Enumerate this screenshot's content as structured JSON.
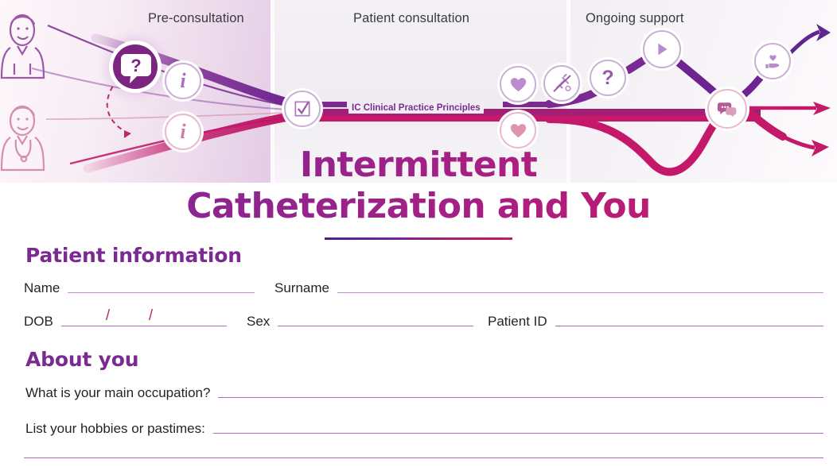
{
  "banner": {
    "stages": [
      {
        "id": "pre-consultation",
        "label": "Pre-consultation"
      },
      {
        "id": "patient-consultation",
        "label": "Patient consultation"
      },
      {
        "id": "ongoing-support",
        "label": "Ongoing support"
      }
    ],
    "pathway_label": "IC Clinical Practice Principles",
    "icons": [
      {
        "name": "patient-avatar-purple",
        "glyph": "person"
      },
      {
        "name": "clinician-avatar-pink",
        "glyph": "person"
      },
      {
        "name": "question-speech-bubble-icon",
        "glyph": "?"
      },
      {
        "name": "info-icon-purple",
        "glyph": "i"
      },
      {
        "name": "info-icon-pink",
        "glyph": "i"
      },
      {
        "name": "checklist-icon",
        "glyph": "checkbox"
      },
      {
        "name": "heart-icon-purple",
        "glyph": "heart"
      },
      {
        "name": "no-needle-icon",
        "glyph": "crossed-needle"
      },
      {
        "name": "question-icon",
        "glyph": "?"
      },
      {
        "name": "heart-icon-pink",
        "glyph": "heart"
      },
      {
        "name": "play-video-icon",
        "glyph": "play"
      },
      {
        "name": "hand-heart-support-icon",
        "glyph": "hand-heart"
      },
      {
        "name": "chat-bubbles-icon",
        "glyph": "chat"
      }
    ]
  },
  "title": {
    "line1": "Intermittent",
    "line2": "Catheterization and You"
  },
  "sections": [
    {
      "id": "patient-information",
      "heading": "Patient information",
      "fields": [
        {
          "name": "name",
          "label": "Name"
        },
        {
          "name": "surname",
          "label": "Surname"
        },
        {
          "name": "dob",
          "label": "DOB",
          "separators": [
            "/",
            "/"
          ]
        },
        {
          "name": "sex",
          "label": "Sex"
        },
        {
          "name": "patient-id",
          "label": "Patient ID"
        }
      ]
    },
    {
      "id": "about-you",
      "heading": "About you",
      "fields": [
        {
          "name": "main-occupation",
          "label": "What is your main occupation?"
        },
        {
          "name": "hobbies-pastimes",
          "label": "List your hobbies or pastimes:"
        }
      ]
    }
  ],
  "colors": {
    "purple": "#7b2a91",
    "magenta": "#c4196a",
    "deep_purple": "#4b2287",
    "rule": "#a86bbd",
    "light_rule": "#bd8fd0",
    "label_text": "#242428"
  }
}
